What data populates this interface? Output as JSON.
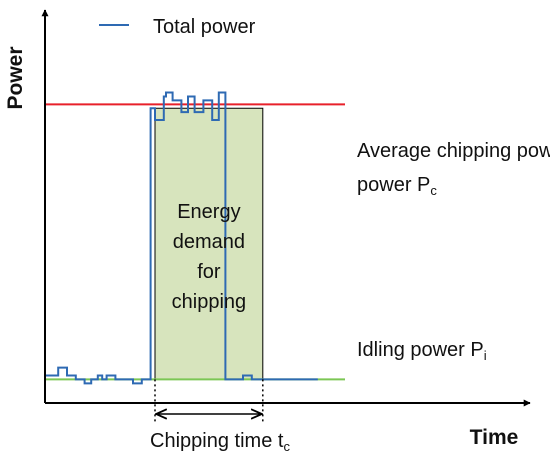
{
  "chart_data": {
    "type": "line",
    "title": "",
    "xlabel": "Time",
    "ylabel": "Power",
    "xlim": [
      0,
      100
    ],
    "ylim": [
      0,
      100
    ],
    "grid": false,
    "legend": {
      "position": "top-left",
      "entries": [
        "Total power"
      ]
    },
    "series": [
      {
        "name": "Total power",
        "color": "#2e6ab3",
        "step": true,
        "x": [
          0,
          3,
          5,
          7,
          8,
          9,
          10.5,
          12,
          13,
          14,
          16,
          17,
          20,
          22,
          23,
          24,
          25,
          27,
          27.5,
          29,
          31,
          32.5,
          34,
          36,
          38,
          39.5,
          41,
          42.5,
          45,
          47,
          47.5,
          49.5,
          50,
          51,
          52,
          54,
          56,
          57,
          58,
          62
        ],
        "y": [
          7,
          9,
          7,
          6,
          6,
          5,
          6,
          7,
          6,
          7,
          6,
          6,
          5,
          6,
          6,
          75,
          72,
          78,
          79,
          77,
          74,
          78,
          74,
          77,
          72,
          79,
          6,
          6,
          7,
          6,
          6,
          6,
          6,
          6,
          6,
          6,
          6,
          6,
          6,
          6
        ]
      }
    ],
    "reference_lines": [
      {
        "name": "Average chipping power",
        "subscript": "c",
        "value": 76,
        "color": "#e8202a"
      },
      {
        "name": "Idling power",
        "subscript": "i",
        "value": 6,
        "color": "#7cc655"
      }
    ],
    "shaded_region": {
      "label_lines": [
        "Energy",
        "demand",
        "for",
        "chipping"
      ],
      "x_start": 25,
      "x_end": 49.5,
      "fill": "#d7e4bd"
    },
    "interval_annotation": {
      "label": "Chipping time t",
      "subscript": "c",
      "x_start": 25,
      "x_end": 49.5
    }
  }
}
